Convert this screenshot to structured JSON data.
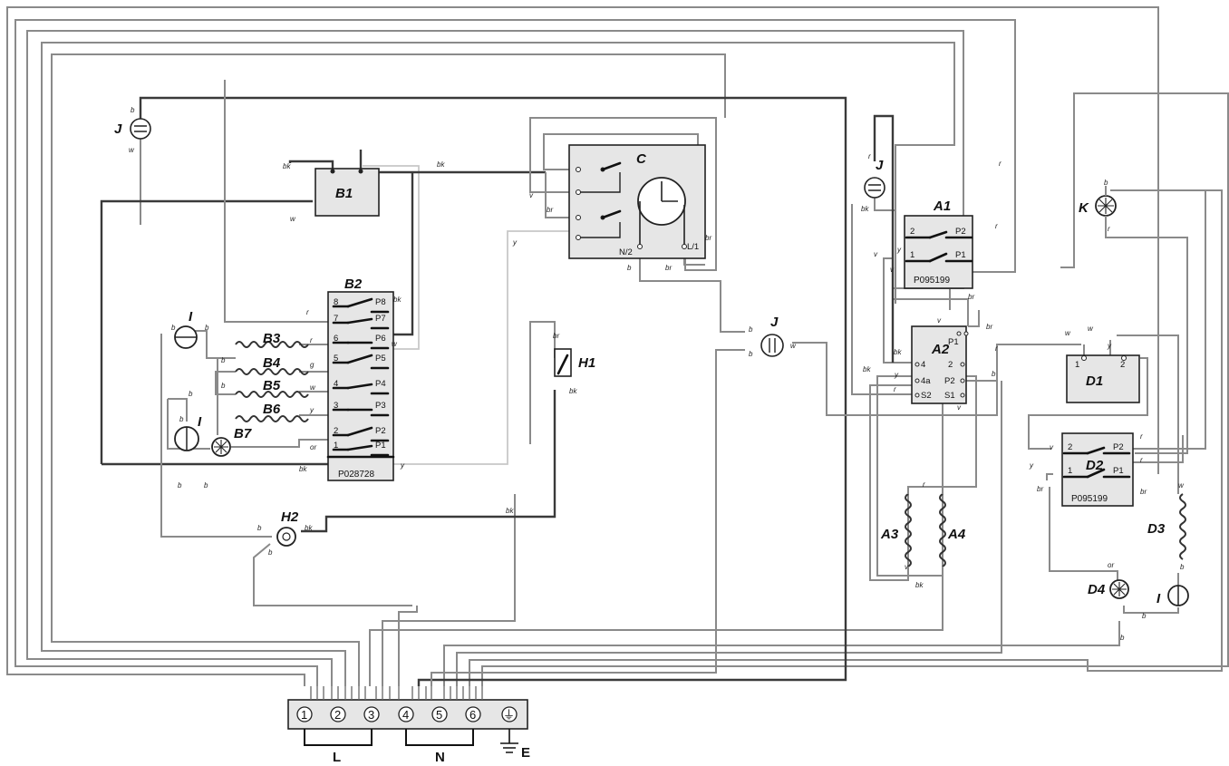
{
  "components": {
    "B1": "B1",
    "B2": "B2",
    "B3": "B3",
    "B4": "B4",
    "B5": "B5",
    "B6": "B6",
    "B7": "B7",
    "C": "C",
    "A1": "A1",
    "A2": "A2",
    "A3": "A3",
    "A4": "A4",
    "D1": "D1",
    "D2": "D2",
    "D3": "D3",
    "D4": "D4",
    "H1": "H1",
    "H2": "H2",
    "K": "K",
    "J": "J",
    "I": "I"
  },
  "part_codes": {
    "b2": "P028728",
    "a1": "P095199",
    "d2": "P095199"
  },
  "timer_pins": {
    "n2": "N/2",
    "l1": "L/1"
  },
  "b2_pins": {
    "left": [
      "8",
      "7",
      "6",
      "5",
      "4",
      "3",
      "2",
      "1"
    ],
    "right": [
      "P8",
      "P7",
      "P6",
      "P5",
      "P4",
      "P3",
      "P2",
      "P1"
    ]
  },
  "relay_pins": {
    "n2": "2",
    "n1": "1",
    "p2": "P2",
    "p1": "P1"
  },
  "a2_pins": {
    "p1": "P1",
    "t4": "4",
    "t4a": "4a",
    "s2": "S2",
    "t2": "2",
    "p2": "P2",
    "s1": "S1"
  },
  "d1_pins": {
    "t1": "1",
    "t2": "2"
  },
  "terminals": [
    "1",
    "2",
    "3",
    "4",
    "5",
    "6"
  ],
  "earth_symbol": "⏚",
  "bus_labels": {
    "l": "L",
    "n": "N",
    "e": "E"
  },
  "wire_codes": {
    "b": "b",
    "bk": "bk",
    "w": "w",
    "r": "r",
    "g": "g",
    "y": "y",
    "v": "v",
    "br": "br",
    "or": "or"
  }
}
